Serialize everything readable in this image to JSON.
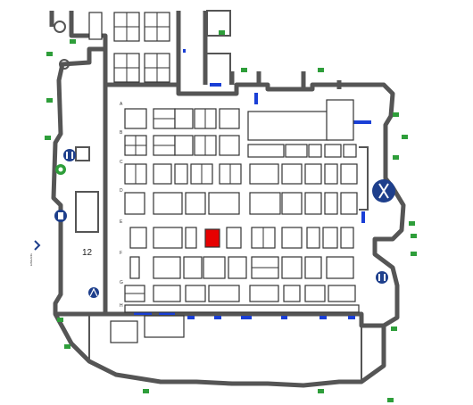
{
  "hall_number": "12",
  "row_labels": [
    "A",
    "B",
    "C",
    "D",
    "E",
    "F",
    "G",
    "H"
  ],
  "side_label": "EINGANG",
  "colors": {
    "wall": "#555555",
    "booth_outline": "#333333",
    "highlight_booth": "#e60000",
    "door": "#1a3fd6",
    "exit_sign": "#2e9e3a",
    "service_icon": "#1e3f8c"
  },
  "icons": [
    "restaurant-icon",
    "restroom-icon",
    "information-icon",
    "elevator-icon",
    "escalator-icon",
    "exit-sign-icon"
  ]
}
